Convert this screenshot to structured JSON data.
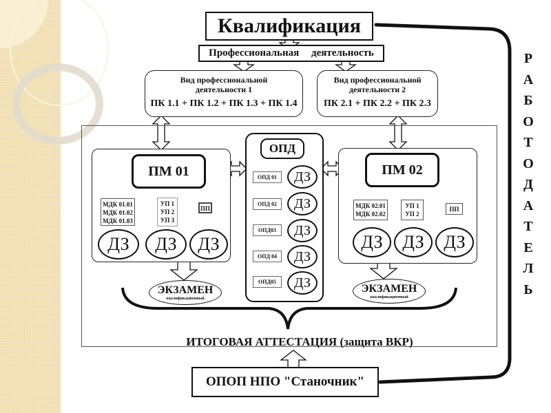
{
  "diagram": {
    "title": "Квалификация",
    "professional_activity": "Профессиональная деятельность",
    "activity_types": [
      {
        "title_line1": "Вид профессиональной",
        "title_line2": "деятельности 1",
        "competencies": "ПК 1.1 + ПК 1.2 + ПК 1.3 + ПК 1.4"
      },
      {
        "title_line1": "Вид профессиональной",
        "title_line2": "деятельности 2",
        "competencies": "ПК 2.1 + ПК 2.2 + ПК 2.3"
      }
    ],
    "modules": [
      {
        "title": "ПМ 01",
        "mdk": [
          "МДК 01.01",
          "МДК 01.02",
          "МДК 01.03"
        ],
        "up": [
          "УП 1",
          "УП 2",
          "УП 3"
        ],
        "pp": "ПП",
        "assessments": [
          "ДЗ",
          "ДЗ",
          "ДЗ"
        ],
        "exam": {
          "label": "ЭКЗАМЕН",
          "sublabel": "квалификационный"
        }
      },
      {
        "title": "ПМ 02",
        "mdk": [
          "МДК 02.01",
          "МДК 02.02"
        ],
        "up": [
          "УП 1",
          "УП 2"
        ],
        "pp": "ПП",
        "assessments": [
          "ДЗ",
          "ДЗ",
          "ДЗ"
        ],
        "exam": {
          "label": "ЭКЗАМЕН",
          "sublabel": "квалификационный"
        }
      }
    ],
    "opd": {
      "title": "ОПД",
      "items": [
        {
          "label": "ОПД 01",
          "assessment": "ДЗ"
        },
        {
          "label": "ОПД 02",
          "assessment": "ДЗ"
        },
        {
          "label": "ОПД03",
          "assessment": "ДЗ"
        },
        {
          "label": "ОПД 04",
          "assessment": "ДЗ"
        },
        {
          "label": "ОПД05",
          "assessment": "ДЗ"
        }
      ]
    },
    "final_attestation": "ИТОГОВАЯ АТТЕСТАЦИЯ (защита ВКР)",
    "program": "ОПОП НПО \"Станочник\"",
    "employer_letters": [
      "Р",
      "А",
      "Б",
      "О",
      "Т",
      "О",
      "Д",
      "А",
      "Т",
      "Е",
      "Л",
      "Ь"
    ]
  },
  "colors": {
    "sidebar": "#f1e0b4",
    "line": "#111111",
    "background": "#ffffff"
  }
}
